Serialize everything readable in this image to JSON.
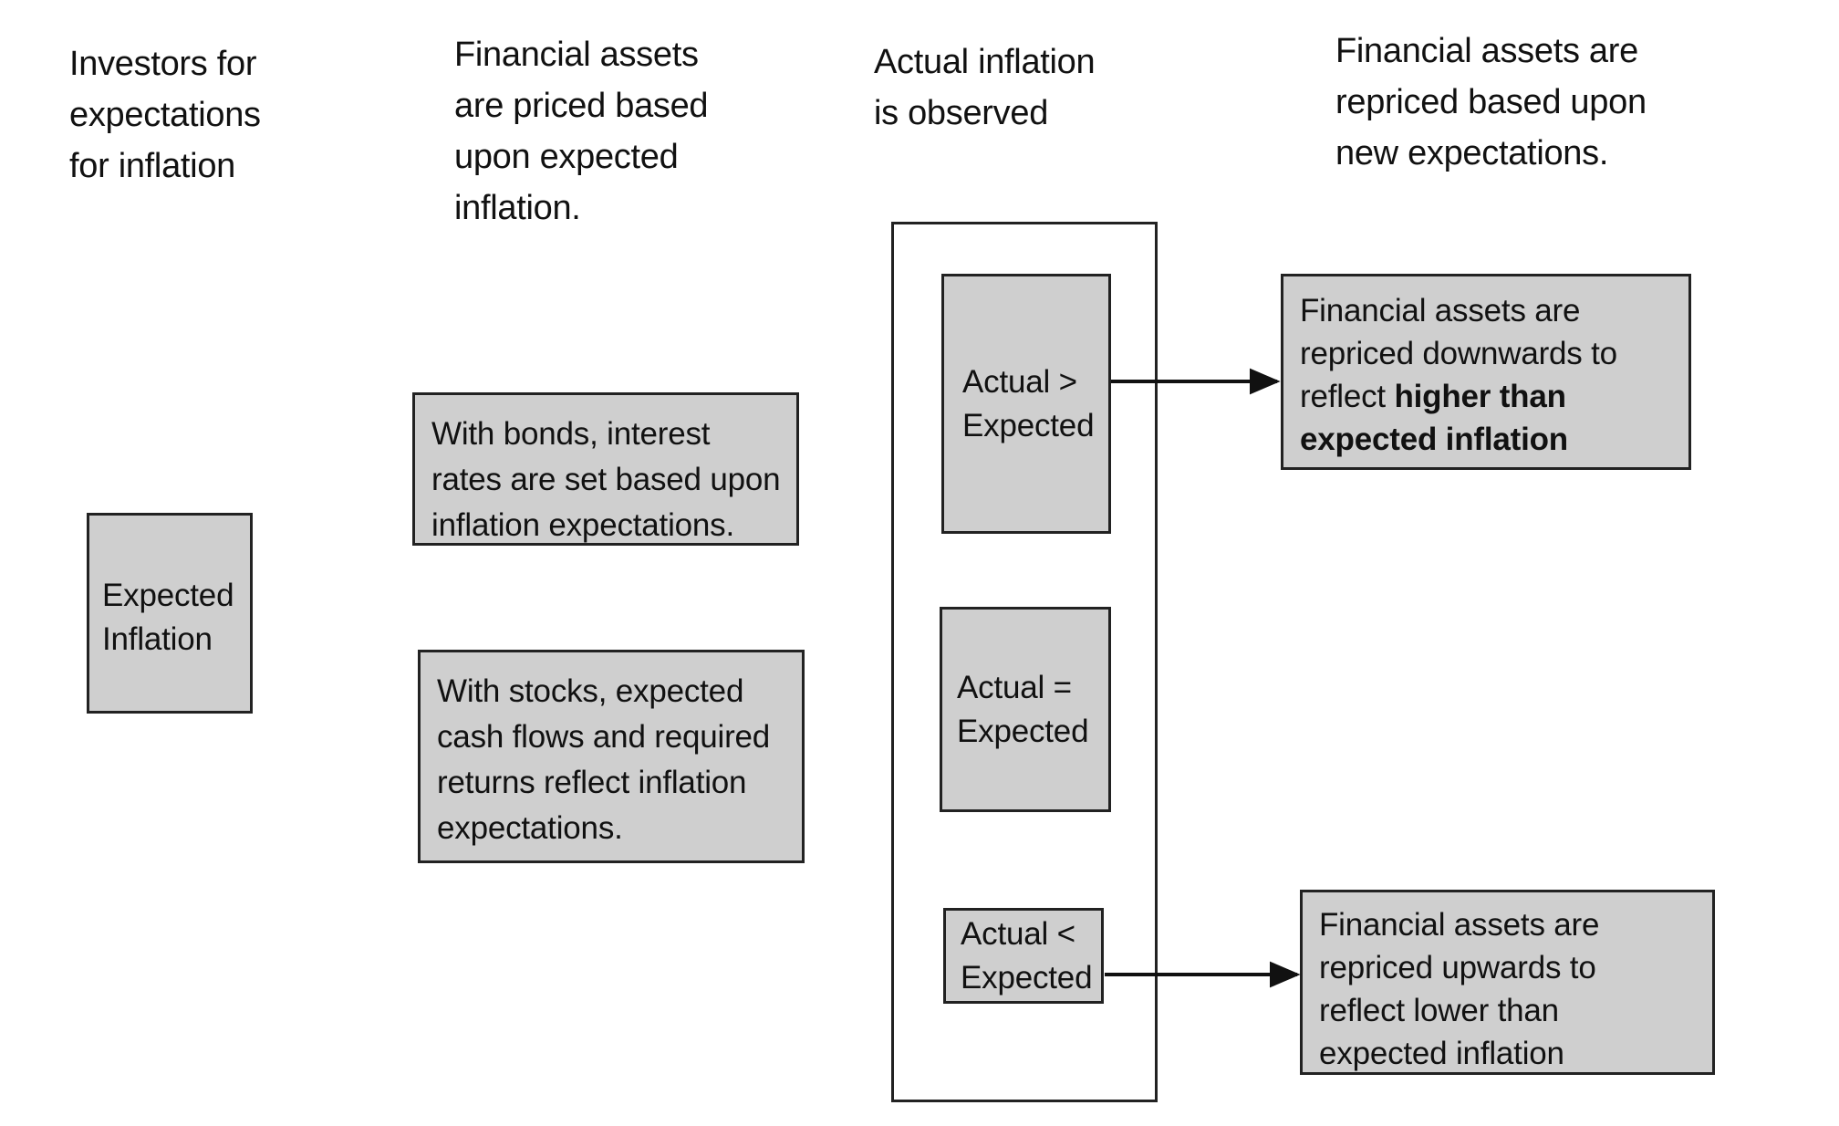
{
  "headers": {
    "investors": "Investors for\nexpectations\nfor inflation",
    "priced": "Financial assets\nare priced based\nupon expected\ninflation.",
    "observed": "Actual inflation\nis observed",
    "repriced": "Financial assets are\nrepriced based upon\nnew expectations."
  },
  "boxes": {
    "expected_inflation": "Expected\nInflation",
    "bonds": "With bonds, interest\nrates are set based upon\ninflation expectations.",
    "stocks": "With stocks, expected\ncash flows and required\nreturns reflect inflation\nexpectations.",
    "actual_greater": "Actual >\nExpected",
    "actual_equal": "Actual =\nExpected",
    "actual_less": "Actual <\nExpected",
    "repriced_down": {
      "lead": "Financial assets are\nrepriced downwards to\nreflect ",
      "emphasis": "higher than\nexpected inflation"
    },
    "repriced_up": "Financial assets are\nrepriced upwards to\nreflect lower than\nexpected inflation"
  },
  "colors": {
    "box_fill": "#cfcfcf",
    "stroke": "#222222",
    "text": "#111111",
    "background": "#ffffff"
  },
  "arrows": [
    {
      "name": "arrow-greater-to-repriced-down",
      "from": "actual_greater",
      "to": "repriced_down"
    },
    {
      "name": "arrow-less-to-repriced-up",
      "from": "actual_less",
      "to": "repriced_up"
    }
  ]
}
